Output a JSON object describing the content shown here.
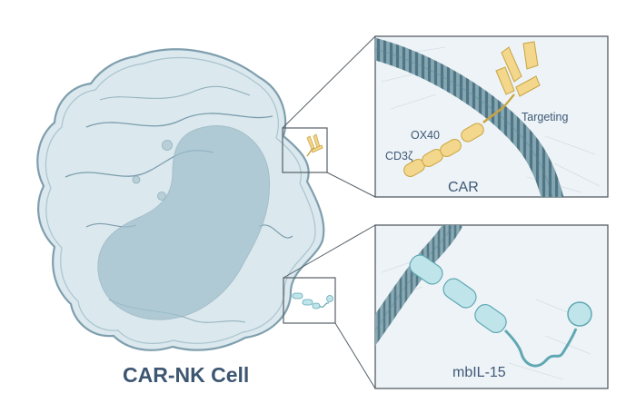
{
  "title": "CAR-NK Cell",
  "car_panel": {
    "targeting_label": "Targeting",
    "ox40_label": "OX40",
    "cd3z_label": "CD3ζ",
    "car_label": "CAR"
  },
  "il15_panel": {
    "label": "mbIL-15"
  },
  "colors": {
    "membrane": "#6f96a6",
    "cell_fill": "#dbe8ee",
    "nucleus": "#9fbfcc",
    "car_yellow": "#f3d78c",
    "car_stroke": "#c9a442",
    "il15_teal": "#bfe5ea",
    "il15_stroke": "#5fa8b3",
    "panel_border": "#555f66",
    "text": "#3e5877"
  }
}
